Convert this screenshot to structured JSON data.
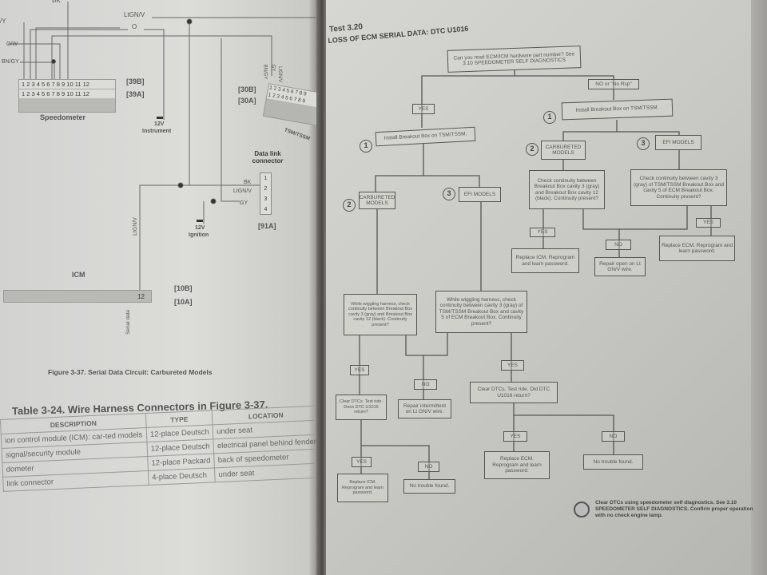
{
  "left_page": {
    "wires": {
      "top_bk": "BK",
      "ltgn_v": "LtGN/V",
      "o": "O",
      "ow": "O/W",
      "bn_gy": "BN/GY",
      "partial": "/Y"
    },
    "speedometer": {
      "label": "Speedometer",
      "pins": "1 2 3 4 5 6 7 8 9 10 11 12",
      "conn_b": "[39B]",
      "conn_a": "[39A]"
    },
    "instrument_power": {
      "voltage": "12V",
      "label": "Instrument"
    },
    "tsm": {
      "label": "TSM/TSSM",
      "conn_b": "[30B]",
      "conn_a": "[30A]",
      "pins": "1 2 3 4 5 6 7 8 9",
      "wire_labels": [
        "BN/GY",
        "GY",
        "LtGN/V"
      ]
    },
    "data_link": {
      "title": "Data link connector",
      "pins": [
        "1",
        "2",
        "3",
        "4"
      ],
      "wires": [
        "BK",
        "LtGN/V",
        "GY"
      ],
      "conn": "[91A]"
    },
    "ignition_power": {
      "voltage": "12V",
      "label": "Ignition"
    },
    "icm": {
      "label": "ICM",
      "pin": "12",
      "conn_b": "[10B]",
      "conn_a": "[10A]",
      "wire": "LtGN/V",
      "signal": "Serial data"
    },
    "figure_caption": "Figure 3-37. Serial Data Circuit: Carbureted Models",
    "table": {
      "title": "Table 3-24. Wire Harness Connectors in Figure 3-37.",
      "headers": [
        "DESCRIPTION",
        "TYPE",
        "LOCATION"
      ],
      "rows": [
        [
          "ion control module (ICM): car-ted models",
          "12-place Deutsch",
          "under seat"
        ],
        [
          "signal/security module",
          "12-place Deutsch",
          "electrical panel behind fender"
        ],
        [
          "dometer",
          "12-place Packard",
          "back of speedometer"
        ],
        [
          "link connector",
          "4-place Deutsch",
          "under seat"
        ]
      ]
    }
  },
  "right_page": {
    "test_number": "Test 3.20",
    "title": "LOSS OF ECM SERIAL DATA: DTC U1016",
    "flow": {
      "start": "Can you read ECM/ICM hardware part number? See 3.10 SPEEDOMETER SELF DIAGNOSTICS",
      "no_rsp": "NO or \"No Rsp\"",
      "yes": "YES",
      "no": "NO",
      "install_r": "Install Breakout Box on TSM/TSSM.",
      "install_l": "Install Breakout Box on TSM/TSSM.",
      "carb": "CARBURETED MODELS",
      "efi": "EFI MODELS",
      "n1": "1",
      "n2": "2",
      "n3": "3",
      "check_r_carb": "Check continuity between Breakout Box cavity 3 (gray) and Breakout Box cavity 12 (black). Continuity present?",
      "check_r_efi": "Check continuity between cavity 3 (gray) of TSM/TSSM Breakout Box and cavity 5 of ECM Breakout Box. Continuity present?",
      "replace_icm": "Replace ICM. Reprogram and learn password.",
      "repair_open": "Repair open on Lt GN/V wire.",
      "replace_ecm": "Replace ECM. Reprogram and learn password.",
      "wiggle_carb": "While wiggling harness, check continuity between Breakout Box cavity 3 (gray) and Breakout Box cavity 12 (black). Continuity present?",
      "wiggle_efi": "While wiggling harness, check continuity between cavity 3 (gray) of TSM/TSSM Breakout Box and cavity 5 of ECM Breakout Box. Continuity present?",
      "clear_carb": "Clear DTCs. Test ride. Does DTC U1016 return?",
      "repair_intermittent": "Repair intermittent on Lt GN/V wire.",
      "clear_efi": "Clear DTCs. Test ride. Did DTC U1016 return?",
      "no_trouble": "No trouble found."
    },
    "note": "Clear DTCs using speedometer self diagnostics. See 3.10 SPEEDOMETER SELF DIAGNOSTICS. Confirm proper operation with no check engine lamp."
  }
}
